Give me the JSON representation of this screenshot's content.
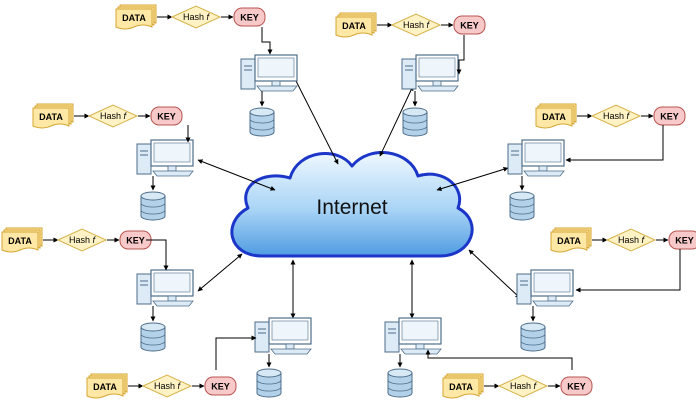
{
  "cloud": {
    "label": "Internet"
  },
  "node_labels": {
    "data": "DATA",
    "hash": "Hash f",
    "key": "KEY"
  },
  "colors": {
    "cloud_fill_top": "#e9f6ff",
    "cloud_fill_bottom": "#5ea9e8",
    "cloud_stroke": "#1b36c8",
    "data_fill": "#ffe8a6",
    "data_stroke": "#d4a632",
    "hash_fill": "#fff2c4",
    "hash_stroke": "#d6b24a",
    "key_fill": "#f8c9c9",
    "key_stroke": "#b85450",
    "computer_stroke": "#4e6e8a",
    "computer_fill": "#dcebf6",
    "database_fill": "#b3d2ea"
  },
  "icons": [
    "desktop-computer-icon",
    "database-icon",
    "cloud-icon"
  ],
  "nodes_count": 8
}
